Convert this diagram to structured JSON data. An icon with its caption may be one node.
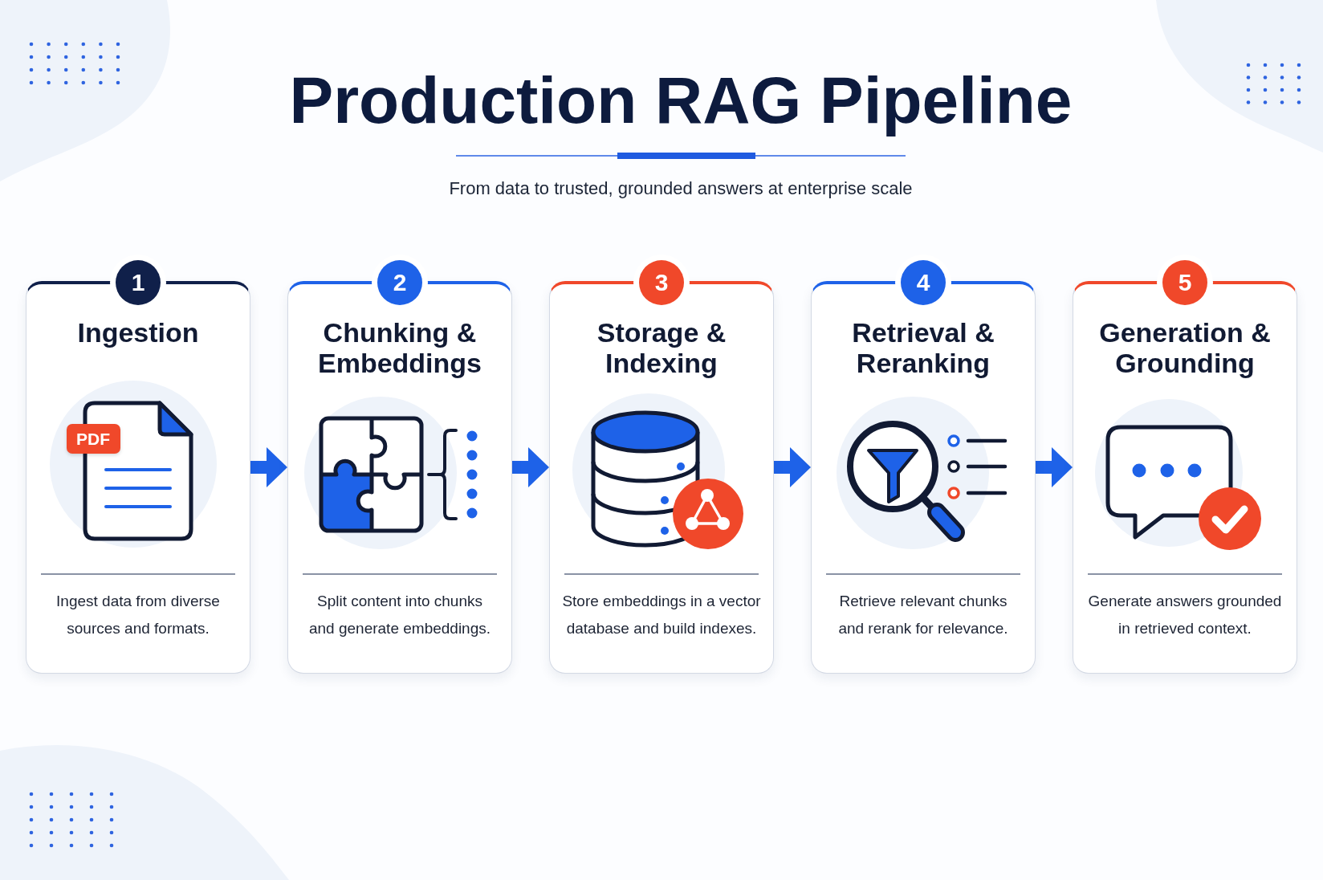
{
  "diagram": {
    "title": "Production RAG Pipeline",
    "nodes": [
      {
        "text": [
          "1",
          "Ingestion",
          "Ingest data from diverse sources and formats."
        ]
      },
      {
        "text": [
          "2",
          "Chunking & Embeddings",
          "Split content into chunks and generate embeddings."
        ]
      },
      {
        "text": [
          "3",
          "Storage & Indexing",
          "Store embeddings in a vector database and build indexes."
        ]
      },
      {
        "text": [
          "4",
          "Retrieval & Reranking",
          "Retrieve relevant chunks and rerank for relevance."
        ]
      },
      {
        "text": [
          "5",
          "Generation & Grounding",
          "Generate answers grounded in retrieved context."
        ]
      }
    ],
    "edges": [
      {
        "from": 0,
        "to": 1,
        "arrow": "to"
      },
      {
        "from": 1,
        "to": 2,
        "arrow": "to"
      },
      {
        "from": 2,
        "to": 3,
        "arrow": "to"
      },
      {
        "from": 3,
        "to": 4,
        "arrow": "to"
      }
    ],
    "labels": [
      "From data to trusted, grounded answers at enterprise scale",
      "PDF"
    ]
  }
}
